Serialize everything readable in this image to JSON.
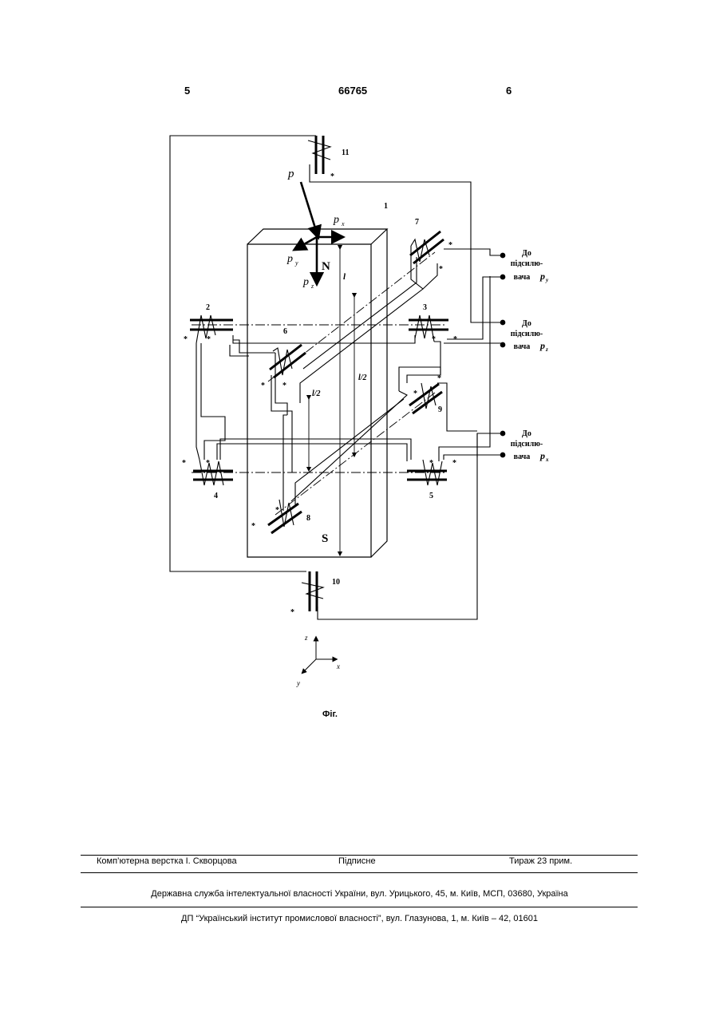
{
  "header": {
    "left_page": "5",
    "patent_number": "66765",
    "right_page": "6"
  },
  "figure": {
    "caption": "Фіг.",
    "labels": {
      "n1": "1",
      "n2": "2",
      "n3": "3",
      "n4": "4",
      "n5": "5",
      "n6": "6",
      "n7": "7",
      "n8": "8",
      "n9": "9",
      "n10": "10",
      "n11": "11",
      "pole_n": "N",
      "pole_s": "S",
      "force_p": "p",
      "force_px": "p",
      "force_px_sub": "x",
      "force_py": "p",
      "force_py_sub": "y",
      "force_pz": "p",
      "force_pz_sub": "z",
      "len_l": "l",
      "half_l_left": "l/2",
      "half_l_right": "l/2",
      "axis_z": "z",
      "axis_x": "x",
      "axis_y": "y",
      "star": "*"
    },
    "outputs": [
      {
        "line1": "До",
        "line2": "підсилю-",
        "line3": "вача",
        "var": "p",
        "sub": "y"
      },
      {
        "line1": "До",
        "line2": "підсилю-",
        "line3": "вача",
        "var": "p",
        "sub": "z"
      },
      {
        "line1": "До",
        "line2": "підсилю-",
        "line3": "вача",
        "var": "p",
        "sub": "x"
      }
    ]
  },
  "footer": {
    "layout": "Комп’ютерна верстка І. Скворцова",
    "signed": "Підписне",
    "circulation": "Тираж 23 прим.",
    "agency": "Державна служба інтелектуальної власності України, вул. Урицького, 45, м. Київ, МСП, 03680, Україна",
    "institute": "ДП “Український інститут промислової власності”, вул. Глазунова, 1, м. Київ – 42, 01601"
  }
}
